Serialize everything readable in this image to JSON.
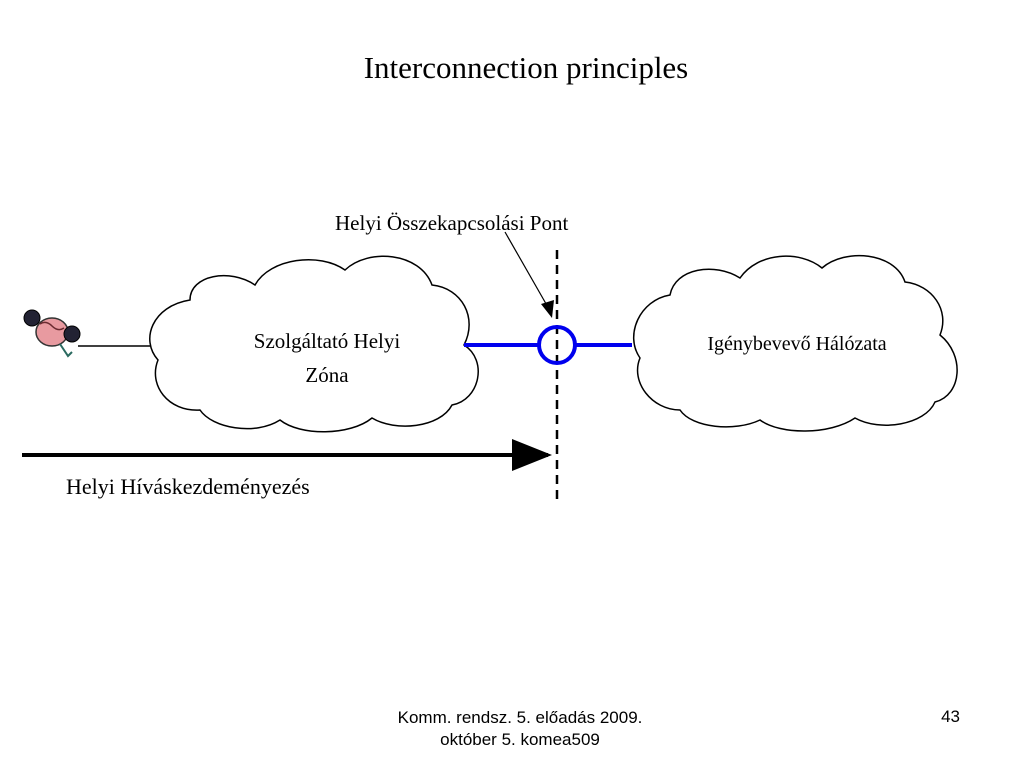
{
  "slide": {
    "title": "Interconnection principles"
  },
  "diagram": {
    "point_label": "Helyi Összekapcsolási Pont",
    "left_cloud_line1": "Szolgáltató Helyi",
    "left_cloud_line2": "Zóna",
    "right_cloud_label": "Igénybevevő Hálózata",
    "arrow_label": "Helyi Híváskezdeményezés",
    "link_color": "#0000ee"
  },
  "footer": {
    "line1": "Komm. rendsz. 5. előadás 2009.",
    "line2": "október 5.  komea509",
    "page_number": "43"
  }
}
